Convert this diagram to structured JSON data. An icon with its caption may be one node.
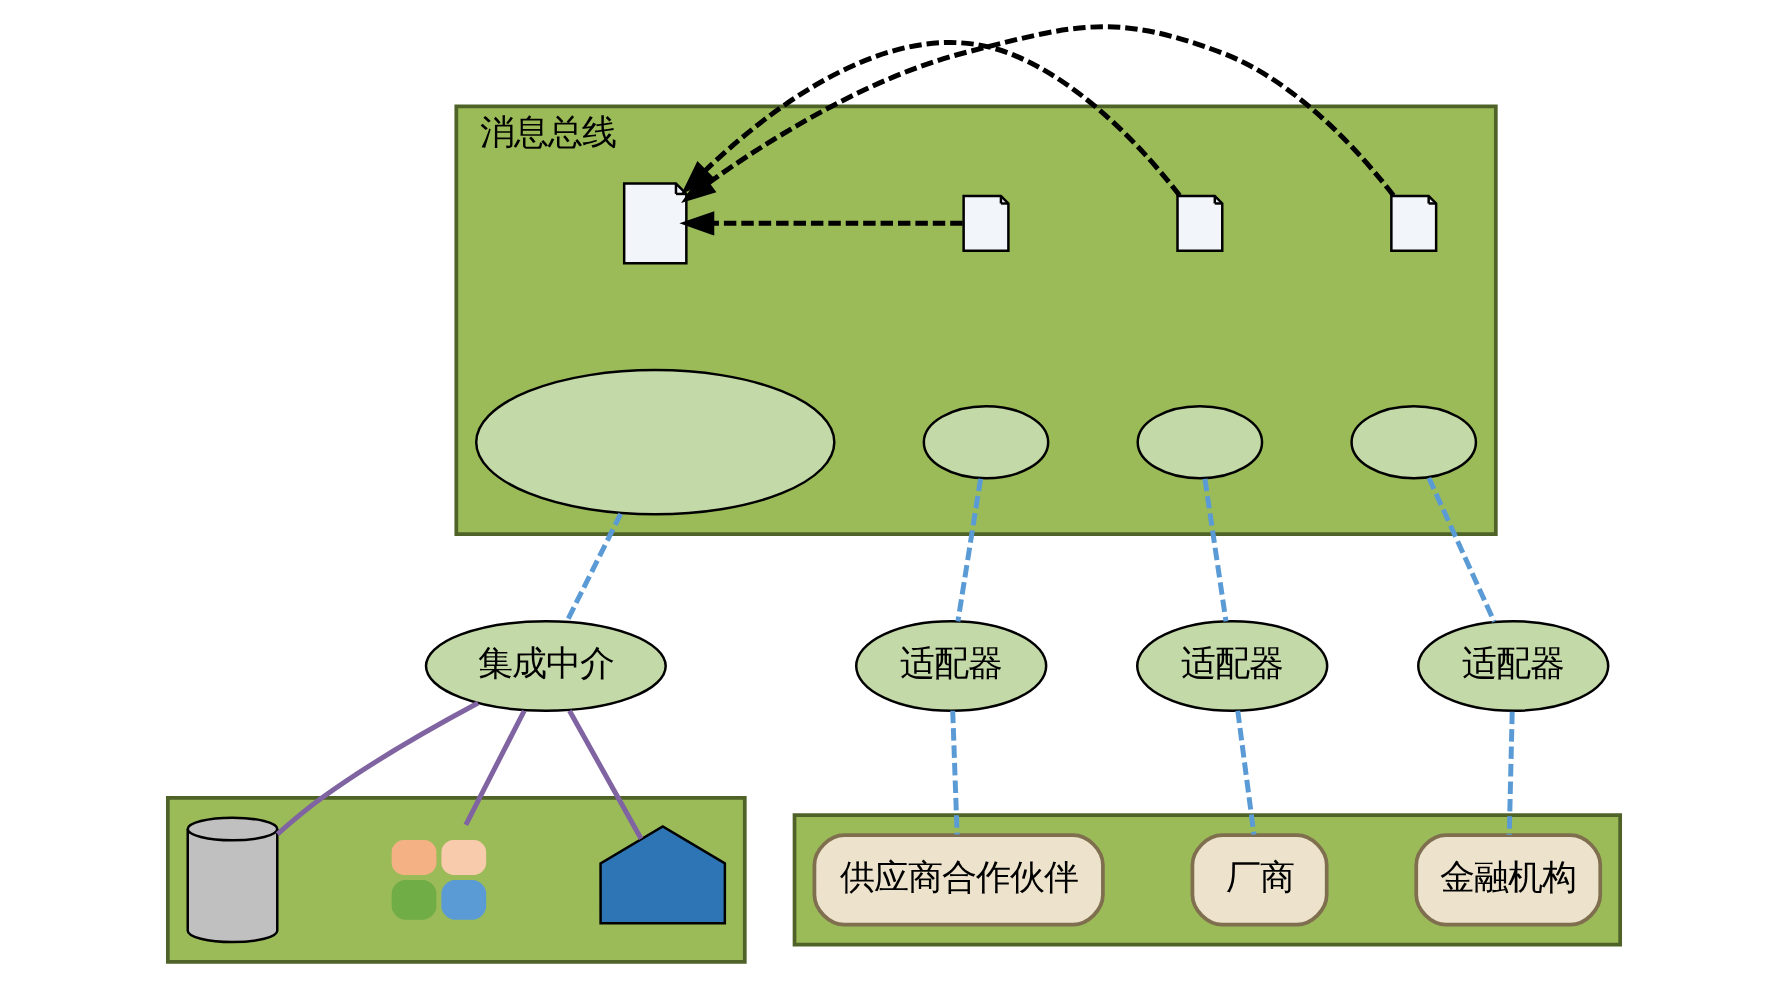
{
  "diagram": {
    "nodes": [
      {
        "text": [
          "消息总线"
        ]
      },
      {
        "text": [],
        "shape": "ellipse",
        "in": 0
      },
      {
        "text": [],
        "shape": "picture",
        "in": 0
      },
      {
        "text": [],
        "shape": "ellipse",
        "in": 0
      },
      {
        "text": [],
        "shape": "picture",
        "in": 0
      },
      {
        "text": [],
        "shape": "ellipse",
        "in": 0
      },
      {
        "text": [],
        "shape": "picture",
        "in": 0
      },
      {
        "text": [],
        "shape": "ellipse",
        "in": 0
      },
      {
        "text": [],
        "shape": "picture",
        "in": 0
      },
      {
        "text": [
          "集成中介"
        ]
      },
      {
        "text": [
          "适配器"
        ]
      },
      {
        "text": [
          "适配器"
        ]
      },
      {
        "text": [
          "适配器"
        ]
      },
      {
        "text": [],
        "shape": "box"
      },
      {
        "text": [],
        "shape": "picture",
        "in": 13
      },
      {
        "text": [],
        "shape": "picture",
        "in": 13
      },
      {
        "text": [],
        "shape": "picture",
        "in": 13
      },
      {
        "text": [],
        "shape": "box"
      },
      {
        "text": [
          "供应商合作伙伴"
        ],
        "in": 17
      },
      {
        "text": [
          "厂商"
        ],
        "in": 17
      },
      {
        "text": [
          "金融机构"
        ],
        "in": 17
      }
    ],
    "edges": [
      {
        "from": 4,
        "to": 2,
        "arrow": "to",
        "style": "dashed",
        "color": "#000000"
      },
      {
        "from": 6,
        "to": 2,
        "arrow": "to",
        "style": "dashed",
        "color": "#000000"
      },
      {
        "from": 8,
        "to": 2,
        "arrow": "to",
        "style": "dashed",
        "color": "#000000"
      },
      {
        "from": 1,
        "to": 9,
        "arrow": "none",
        "style": "dashed"
      },
      {
        "from": 3,
        "to": 10,
        "arrow": "none",
        "style": "dashed"
      },
      {
        "from": 5,
        "to": 11,
        "arrow": "none",
        "style": "dashed"
      },
      {
        "from": 7,
        "to": 12,
        "arrow": "none",
        "style": "dashed"
      },
      {
        "from": 9,
        "to": 14,
        "arrow": "none",
        "color": "#8064a2"
      },
      {
        "from": 9,
        "to": 15,
        "arrow": "none",
        "color": "#8064a2"
      },
      {
        "from": 9,
        "to": 16,
        "arrow": "none",
        "color": "#8064a2"
      },
      {
        "from": 10,
        "to": 18,
        "arrow": "none",
        "style": "dashed"
      },
      {
        "from": 11,
        "to": 19,
        "arrow": "none",
        "style": "dashed"
      },
      {
        "from": 12,
        "to": 20,
        "arrow": "none",
        "style": "dashed"
      }
    ]
  }
}
